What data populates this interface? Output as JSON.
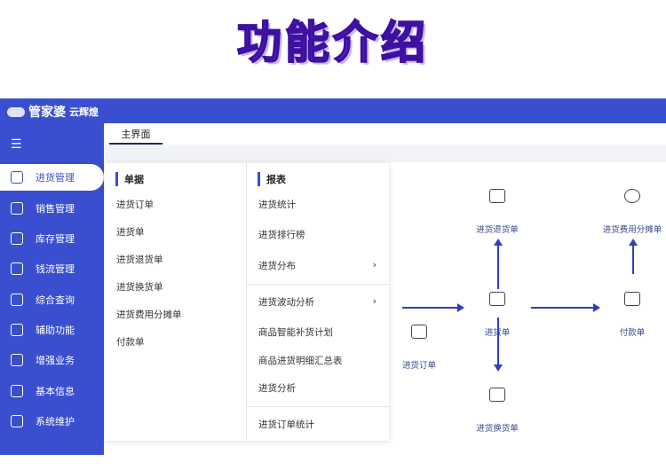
{
  "title": "功能介绍",
  "app": {
    "logo": "管家婆",
    "logo_sub": "云辉煌",
    "tab": "主界面"
  },
  "sidebar": [
    {
      "label": "进货管理",
      "active": true
    },
    {
      "label": "销售管理"
    },
    {
      "label": "库存管理"
    },
    {
      "label": "钱流管理"
    },
    {
      "label": "综合查询"
    },
    {
      "label": "辅助功能"
    },
    {
      "label": "增强业务"
    },
    {
      "label": "基本信息"
    },
    {
      "label": "系统维护"
    }
  ],
  "dropdown": {
    "col1": {
      "header": "单据",
      "items": [
        "进货订单",
        "进货单",
        "进货退货单",
        "进货换货单",
        "进货费用分摊单",
        "付款单"
      ]
    },
    "col2": {
      "header": "报表",
      "items": [
        "进货统计",
        "进货排行榜",
        "进货分布",
        "进货波动分析",
        "商品智能补货计划",
        "商品进货明细汇总表",
        "进货分析",
        "进货订单统计"
      ]
    }
  },
  "flow": {
    "order": "进货订单",
    "purchase": "进货单",
    "return": "进货退货单",
    "exchange": "进货换货单",
    "expense": "进货费用分摊单",
    "payment": "付款单"
  },
  "colors": {
    "brand": "#3a4fcf",
    "title": "#7a3cf0"
  }
}
